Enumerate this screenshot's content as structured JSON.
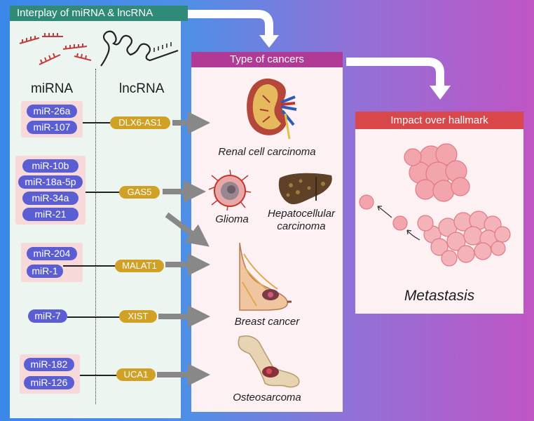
{
  "left_panel": {
    "title": "Interplay of miRNA & lncRNA",
    "mirna_header": "miRNA",
    "lncrna_header": "lncRNA"
  },
  "groups": [
    {
      "mirnas": [
        "miR-26a",
        "miR-107"
      ],
      "lncrna": "DLX6-AS1"
    },
    {
      "mirnas": [
        "miR-10b",
        "miR-18a-5p",
        "miR-34a",
        "miR-21"
      ],
      "lncrna": "GAS5"
    },
    {
      "mirnas": [
        "miR-204",
        "miR-1"
      ],
      "lncrna": "MALAT1"
    },
    {
      "mirnas": [
        "miR-7"
      ],
      "lncrna": "XIST"
    },
    {
      "mirnas": [
        "miR-182",
        "miR-126"
      ],
      "lncrna": "UCA1"
    }
  ],
  "middle_panel": {
    "title": "Type of cancers",
    "cancers": [
      "Renal cell carcinoma",
      "Glioma",
      "Hepatocellular carcinoma",
      "Breast cancer",
      "Osteosarcoma"
    ]
  },
  "right_panel": {
    "title": "Impact over hallmark",
    "label": "Metastasis"
  },
  "colors": {
    "mirna_pill": "#5b5dd2",
    "lncrna_pill": "#d1a126",
    "left_title_bg": "#2f8a78",
    "mid_title_bg": "#b03a96",
    "right_title_bg": "#d9474a",
    "arrow_gray": "#888888"
  }
}
